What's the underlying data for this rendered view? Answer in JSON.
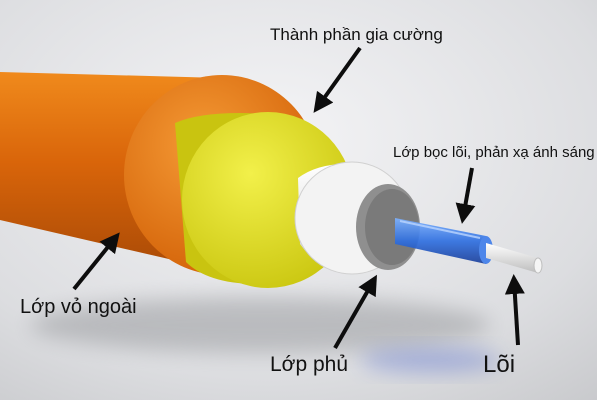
{
  "labels": {
    "reinforcement": "Thành phần gia cường",
    "cladding": "Lớp bọc lõi, phản xạ ánh sáng",
    "outer_jacket": "Lớp vỏ ngoài",
    "coating": "Lớp phủ",
    "core": "Lõi"
  },
  "colors": {
    "outer_jacket": "#e8730c",
    "reinforcement": "#e4e21c",
    "coating": "#f2f2f2",
    "buffer": "#8a8a8a",
    "cladding": "#3f7fe0",
    "core": "#e6e6e6",
    "arrow": "#0d0d0d"
  }
}
